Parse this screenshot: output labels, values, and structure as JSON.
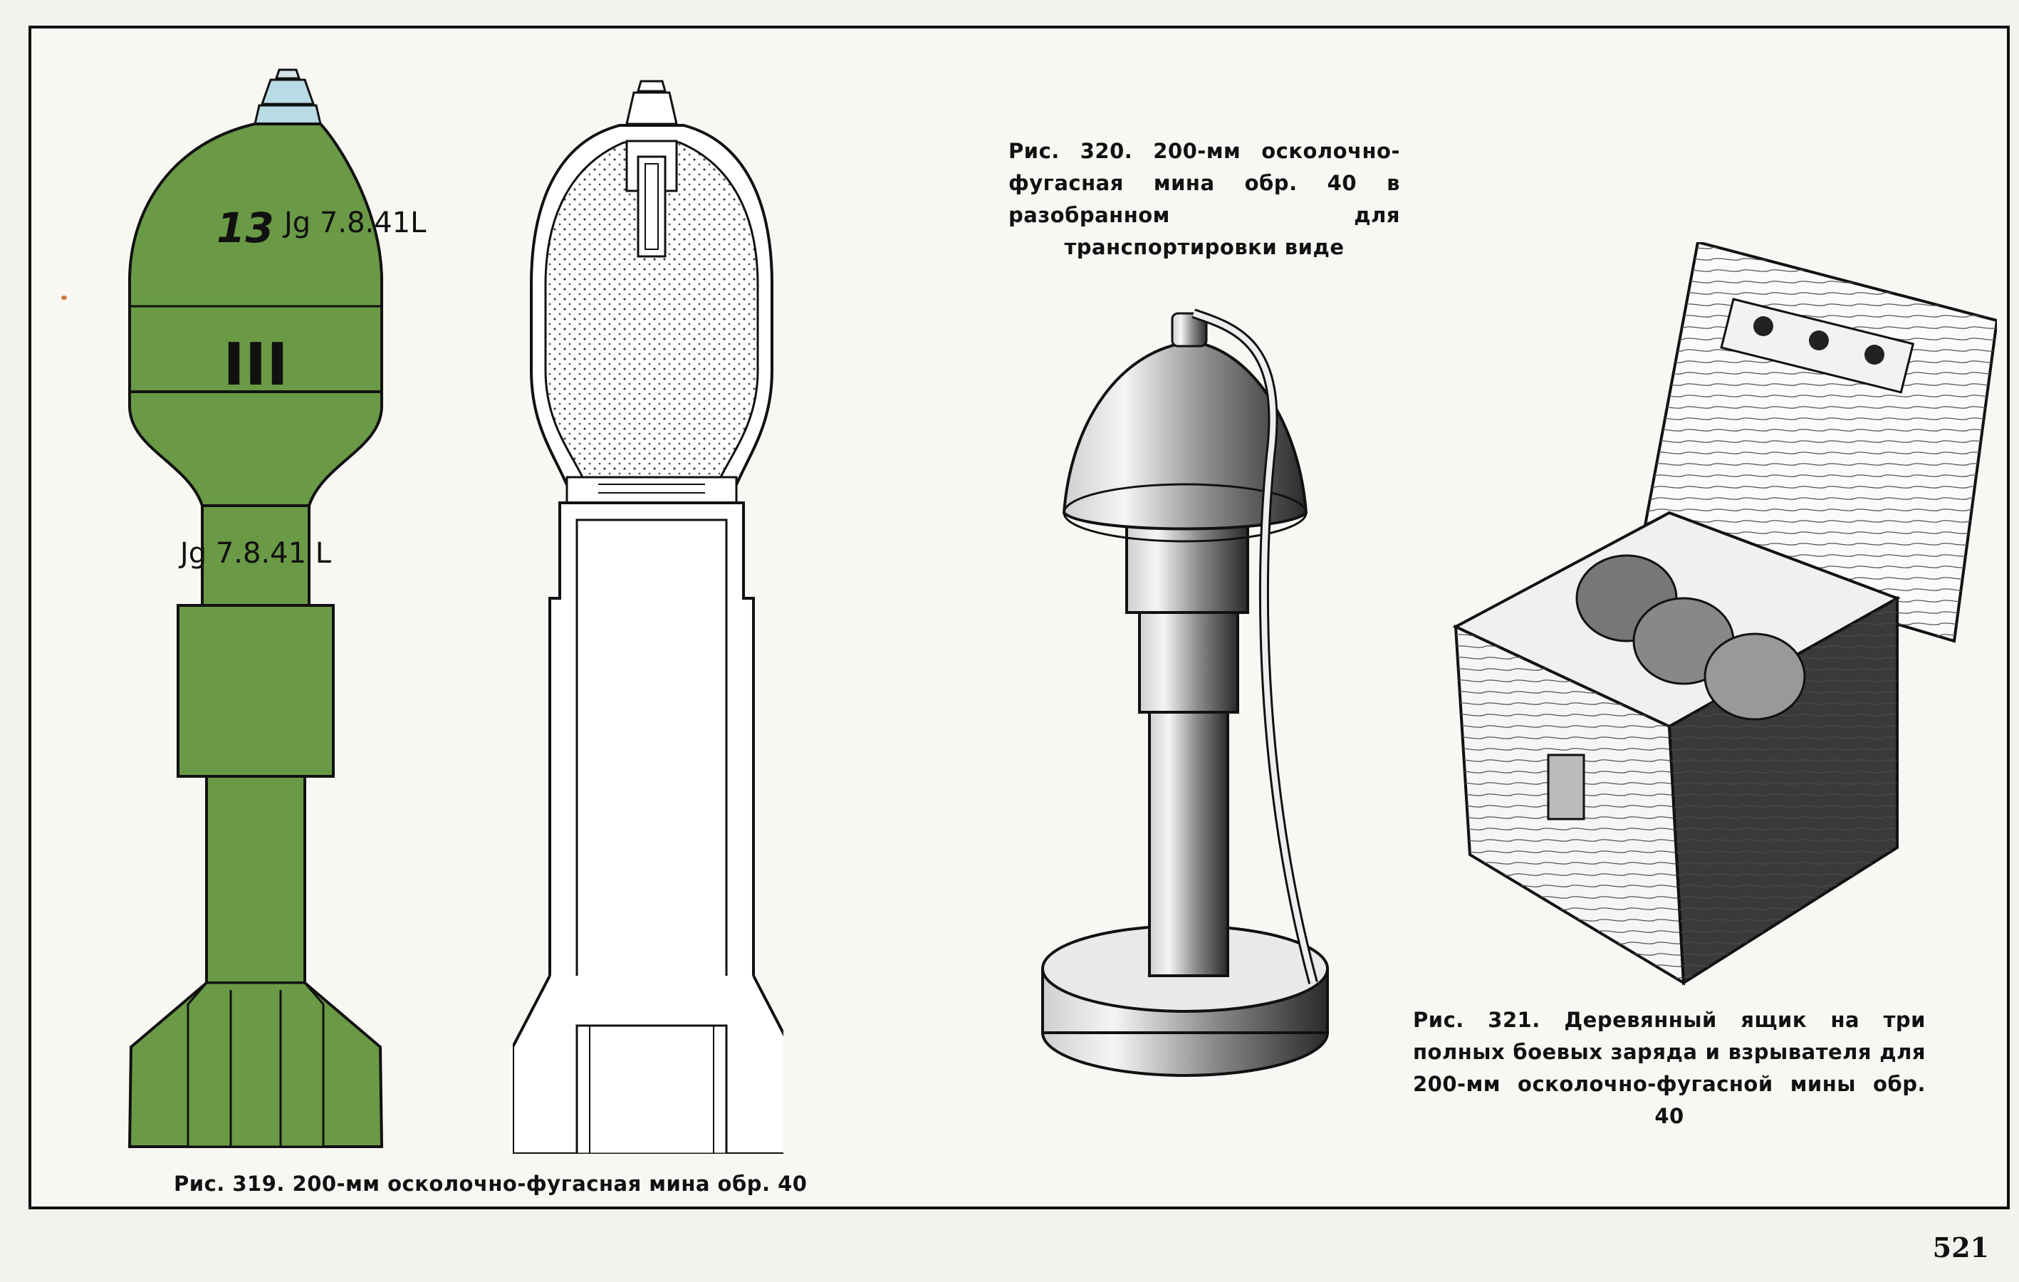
{
  "captions": {
    "fig319": "Рис. 319. 200-мм осколочно-фугасная мина обр. 40",
    "fig320": "Рис. 320. 200-мм осколочно-фугасная мина обр. 40 в разобранном для транспортировки виде",
    "fig321": "Рис. 321. Деревянный ящик на три полных боевых заряда и взрывателя для 200-мм осколочно-фугасной мины обр. 40"
  },
  "mine_markings": {
    "number": "13",
    "stamp_upper": "Jg 7.8.41L",
    "roman": "III",
    "stamp_lower": "Jg 7.8.41 L"
  },
  "page_number": "521",
  "colors": {
    "mine_green": "#6a9a45",
    "fuse_blue": "#b9dbe6",
    "outline": "#111111",
    "paper": "#f8f7f3"
  }
}
